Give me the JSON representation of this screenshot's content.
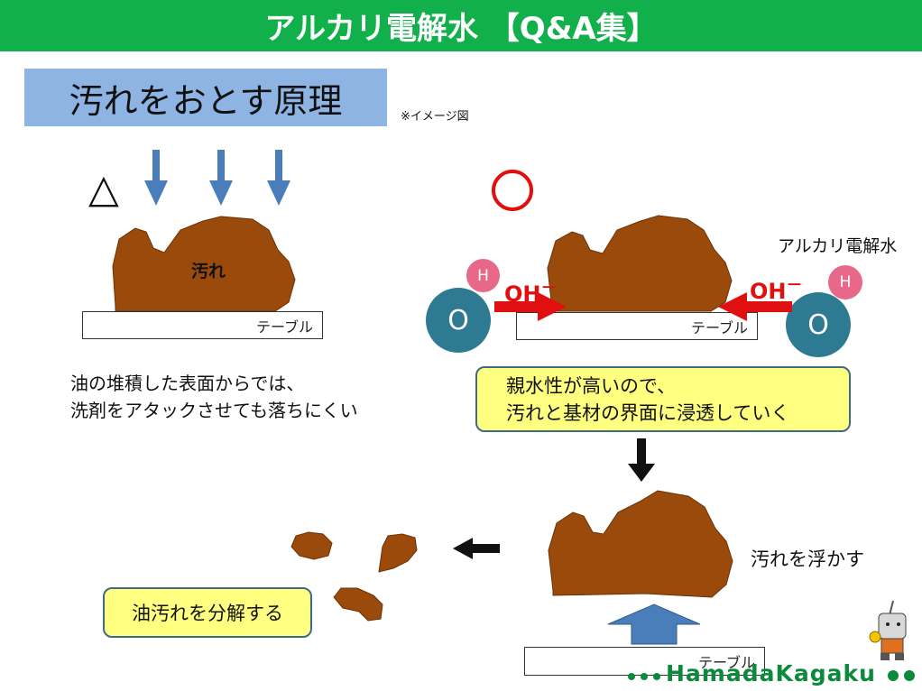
{
  "header": {
    "title": "アルカリ電解水 【Q&A集】"
  },
  "subtitle": "汚れをおとす原理",
  "note": "※イメージ図",
  "left": {
    "mark": "△",
    "stain_label": "汚れ",
    "table_label": "テーブル",
    "caption_line1": "油の堆積した表面からでは、",
    "caption_line2": "洗剤をアタックさせても落ちにくい"
  },
  "right": {
    "mark": "◯",
    "water_label": "アルカリ電解水",
    "oh_left": "OH",
    "oh_right": "OH",
    "o_label": "O",
    "h_label": "H",
    "table_label": "テーブル",
    "callout_line1": "親水性が高いので、",
    "callout_line2": "汚れと基材の界面に浸透していく"
  },
  "bottom": {
    "float_label": "汚れを浮かす",
    "decompose_label": "油汚れを分解する",
    "table_label": "テーブル"
  },
  "logo": {
    "text": "HamadaKagaku"
  },
  "colors": {
    "header": "#12b04a",
    "subtitle_bg": "#8eb4e3",
    "stain": "#9a4a0a",
    "arrow_blue": "#4a7ebb",
    "arrow_red": "#e01010",
    "oxygen": "#2e7a93",
    "hydrogen": "#e8688a",
    "callout_bg": "#ffff80"
  }
}
